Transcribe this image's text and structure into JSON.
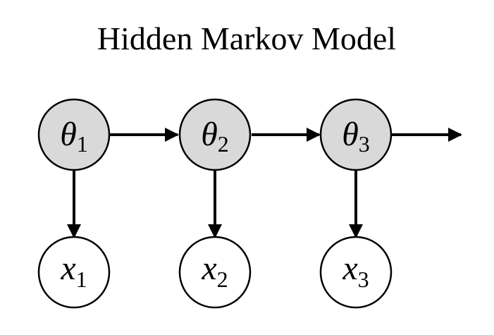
{
  "title": "Hidden Markov Model",
  "colors": {
    "hidden_fill": "#d9d9d9",
    "observed_fill": "#ffffff",
    "stroke": "#000000"
  },
  "hidden_nodes": [
    {
      "letter": "θ",
      "sub": "1"
    },
    {
      "letter": "θ",
      "sub": "2"
    },
    {
      "letter": "θ",
      "sub": "3"
    }
  ],
  "observed_nodes": [
    {
      "letter": "x",
      "sub": "1"
    },
    {
      "letter": "x",
      "sub": "2"
    },
    {
      "letter": "x",
      "sub": "3"
    }
  ],
  "edges": [
    {
      "from": "θ1",
      "to": "θ2"
    },
    {
      "from": "θ2",
      "to": "θ3"
    },
    {
      "from": "θ3",
      "to": "continuation"
    },
    {
      "from": "θ1",
      "to": "x1"
    },
    {
      "from": "θ2",
      "to": "x2"
    },
    {
      "from": "θ3",
      "to": "x3"
    }
  ]
}
